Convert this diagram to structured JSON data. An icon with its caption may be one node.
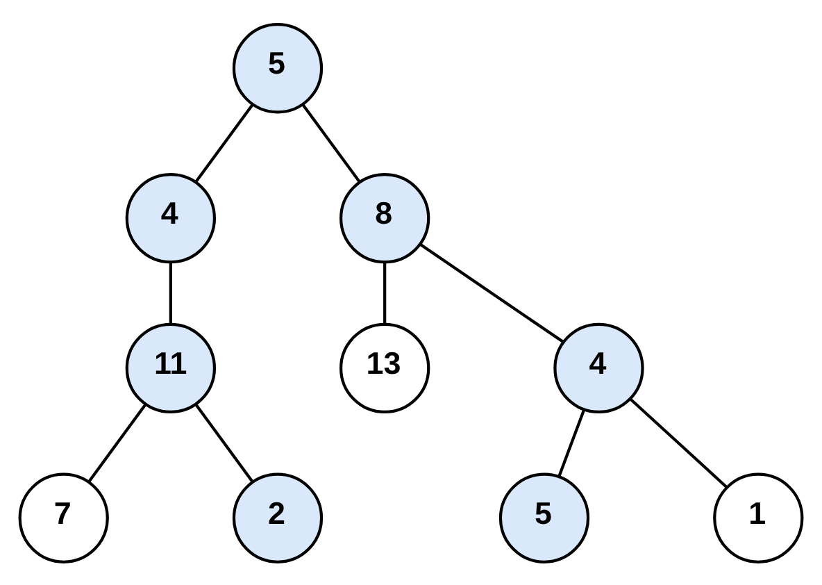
{
  "diagram": {
    "nodes": [
      {
        "text": [
          "5"
        ]
      },
      {
        "text": [
          "4"
        ]
      },
      {
        "text": [
          "8"
        ]
      },
      {
        "text": [
          "11"
        ]
      },
      {
        "text": [
          "13"
        ]
      },
      {
        "text": [
          "4"
        ]
      },
      {
        "text": [
          "7"
        ]
      },
      {
        "text": [
          "2"
        ]
      },
      {
        "text": [
          "5"
        ]
      },
      {
        "text": [
          "1"
        ]
      }
    ],
    "edges": [
      {
        "from": 0,
        "to": 1,
        "arrow": "none"
      },
      {
        "from": 0,
        "to": 2,
        "arrow": "none"
      },
      {
        "from": 1,
        "to": 3,
        "arrow": "none"
      },
      {
        "from": 2,
        "to": 4,
        "arrow": "none"
      },
      {
        "from": 2,
        "to": 5,
        "arrow": "none"
      },
      {
        "from": 3,
        "to": 6,
        "arrow": "none"
      },
      {
        "from": 3,
        "to": 7,
        "arrow": "none"
      },
      {
        "from": 5,
        "to": 8,
        "arrow": "none"
      },
      {
        "from": 5,
        "to": 9,
        "arrow": "none"
      }
    ]
  }
}
